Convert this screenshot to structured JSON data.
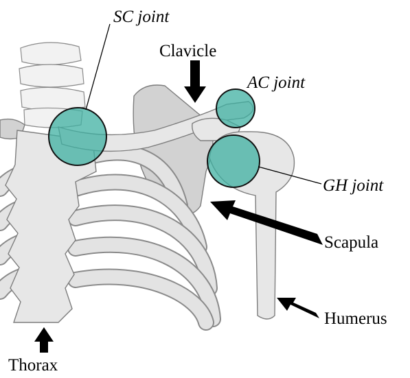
{
  "labels": {
    "sc_joint": "SC joint",
    "clavicle": "Clavicle",
    "ac_joint": "AC joint",
    "gh_joint": "GH joint",
    "scapula": "Scapula",
    "humerus": "Humerus",
    "thorax": "Thorax"
  },
  "colors": {
    "joint_fill": "#3fb0a2",
    "bone": "#e7e7e7",
    "outline": "#7d7d7d",
    "text": "#000000"
  }
}
